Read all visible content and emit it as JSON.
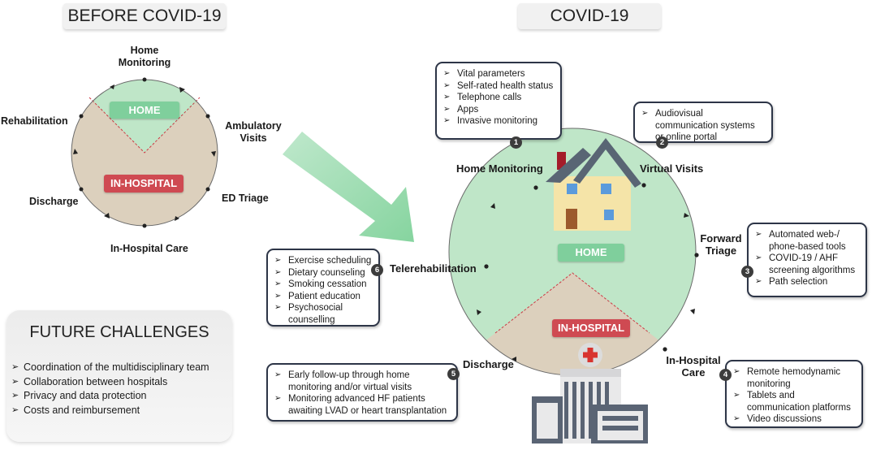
{
  "titles": {
    "before": "BEFORE COVID-19",
    "covid": "COVID-19"
  },
  "before": {
    "home_label": "HOME",
    "hospital_label": "IN-HOSPITAL",
    "points": {
      "home_monitoring": "Home Monitoring",
      "ambulatory_visits": "Ambulatory Visits",
      "ed_triage": "ED Triage",
      "in_hospital_care": "In-Hospital Care",
      "discharge": "Discharge",
      "rehabilitation": "Rehabilitation"
    }
  },
  "future": {
    "title": "FUTURE CHALLENGES",
    "items": [
      "Coordination of the multidisciplinary team",
      "Collaboration between hospitals",
      "Privacy and data protection",
      "Costs and reimbursement"
    ]
  },
  "covid": {
    "home_label": "HOME",
    "hospital_label": "IN-HOSPITAL",
    "points": {
      "home_monitoring": "Home Monitoring",
      "virtual_visits": "Virtual Visits",
      "forward_triage": "Forward Triage",
      "in_hospital_care": "In-Hospital Care",
      "discharge": "Discharge",
      "telerehabilitation": "Telerehabilitation"
    },
    "callouts": [
      {
        "num": "1",
        "items": [
          "Vital parameters",
          "Self-rated health status",
          "Telephone calls",
          "Apps",
          "Invasive monitoring"
        ]
      },
      {
        "num": "2",
        "items": [
          "Audiovisual communication systems or online portal"
        ]
      },
      {
        "num": "3",
        "items": [
          "Automated web-/ phone-based tools",
          "COVID-19 / AHF screening algorithms",
          "Path selection"
        ]
      },
      {
        "num": "4",
        "items": [
          "Remote hemodynamic monitoring",
          "Tablets and communication platforms",
          "Video discussions"
        ]
      },
      {
        "num": "5",
        "items": [
          "Early follow-up through home monitoring and/or virtual visits",
          "Monitoring advanced HF patients awaiting LVAD or heart transplantation"
        ]
      },
      {
        "num": "6",
        "items": [
          "Exercise scheduling",
          "Dietary counseling",
          "Smoking cessation",
          "Patient education",
          "Psychosocial counselling"
        ]
      }
    ]
  }
}
